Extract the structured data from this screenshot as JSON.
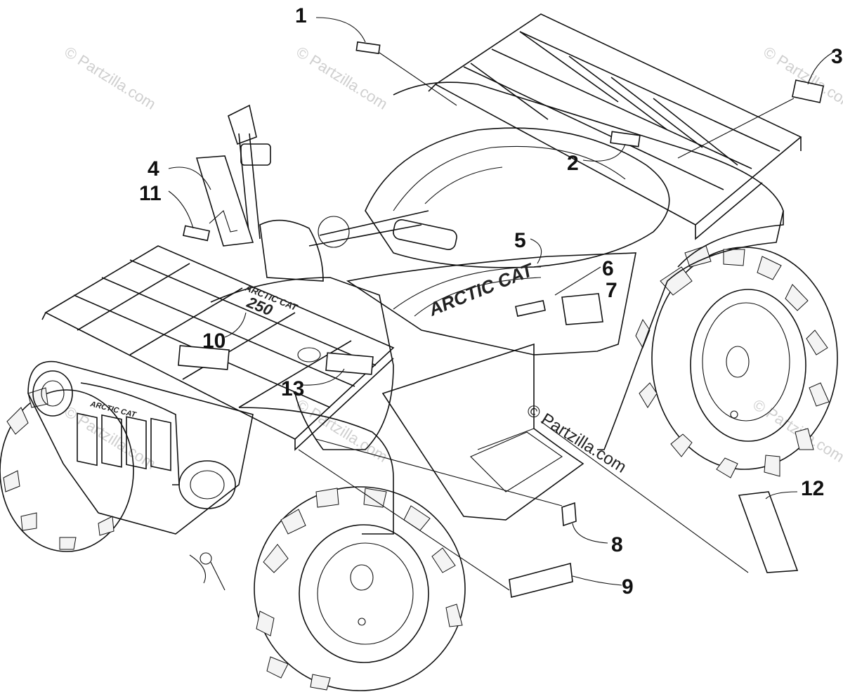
{
  "callouts": [
    "1",
    "2",
    "3",
    "4",
    "5",
    "6",
    "7",
    "8",
    "9",
    "10",
    "11",
    "12",
    "13"
  ],
  "watermark": "© Partzilla.com",
  "logo": {
    "brand": "ARCTIC CAT",
    "model": "250"
  }
}
